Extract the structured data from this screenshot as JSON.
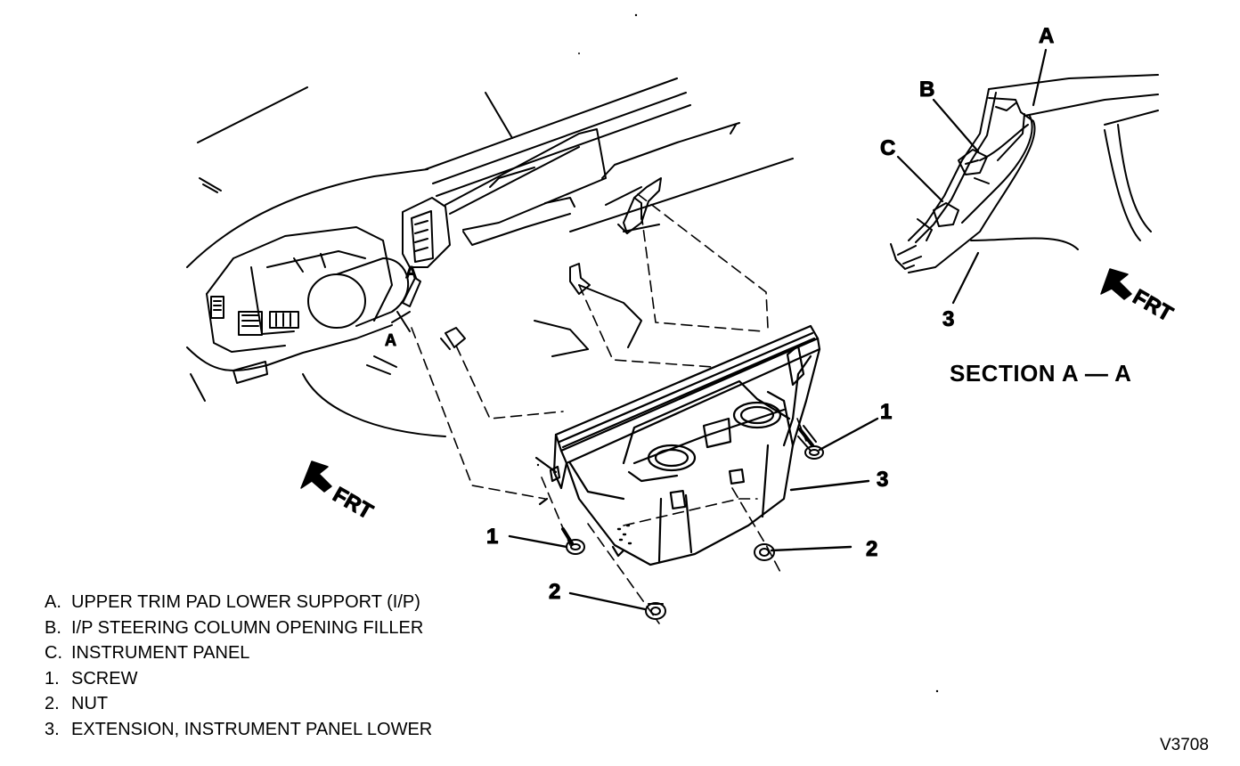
{
  "callouts": {
    "section_a_left_top": "A",
    "section_a_left_bottom": "A",
    "detail_a": "A",
    "detail_b": "B",
    "detail_c": "C",
    "detail_3": "3",
    "main_1_right": "1",
    "main_3_right": "3",
    "main_2_right": "2",
    "main_1_left": "1",
    "main_2_left": "2"
  },
  "frt_labels": {
    "main": "FRT",
    "detail": "FRT"
  },
  "section_title": "SECTION A — A",
  "legend": [
    {
      "key": "A.",
      "text": "UPPER TRIM PAD LOWER SUPPORT (I/P)"
    },
    {
      "key": "B.",
      "text": "I/P STEERING COLUMN OPENING FILLER"
    },
    {
      "key": "C.",
      "text": "INSTRUMENT PANEL"
    },
    {
      "key": "1.",
      "text": "SCREW"
    },
    {
      "key": "2.",
      "text": "NUT"
    },
    {
      "key": "3.",
      "text": "EXTENSION, INSTRUMENT PANEL LOWER"
    }
  ],
  "figure_id": "V3708",
  "colors": {
    "ink": "#000000",
    "paper": "#ffffff"
  }
}
